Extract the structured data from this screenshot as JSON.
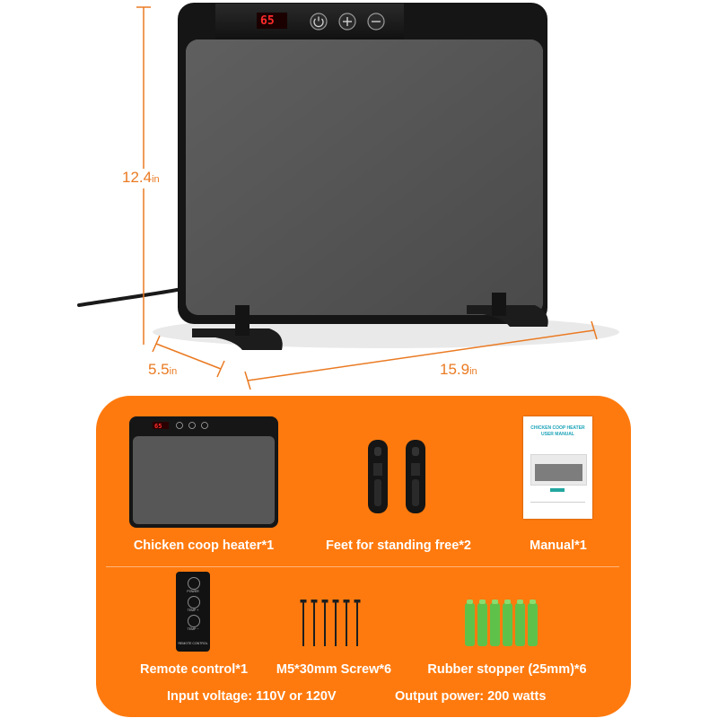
{
  "dimensions": {
    "height": {
      "value": "12.4",
      "unit": "in"
    },
    "depth": {
      "value": "5.5",
      "unit": "in"
    },
    "width": {
      "value": "15.9",
      "unit": "in"
    }
  },
  "heater_display": {
    "digits": "65"
  },
  "manual_card": {
    "title_line1": "CHICKEN COOP HEATER",
    "title_line2": "USER MANUAL"
  },
  "remote_card": {
    "power": "POWER",
    "temp_up": "TEMP +",
    "temp_down": "TEMP −",
    "footer": "REMOTE CONTROL"
  },
  "contents": [
    {
      "label": "Chicken coop heater*1"
    },
    {
      "label": "Feet for standing free*2"
    },
    {
      "label": "Manual*1"
    },
    {
      "label": "Remote control*1"
    },
    {
      "label": "M5*30mm Screw*6"
    },
    {
      "label": "Rubber stopper (25mm)*6"
    }
  ],
  "specs": {
    "input": "Input voltage: 110V or 120V",
    "output": "Output power: 200 watts"
  },
  "colors": {
    "accent": "#ff7a0e",
    "dimension": "#ea7a22",
    "heater": "#3c3c3c",
    "display": "#ff2b2b",
    "stopper": "#5ec24a"
  },
  "icons": [
    "power-icon",
    "plus-icon",
    "minus-icon"
  ]
}
